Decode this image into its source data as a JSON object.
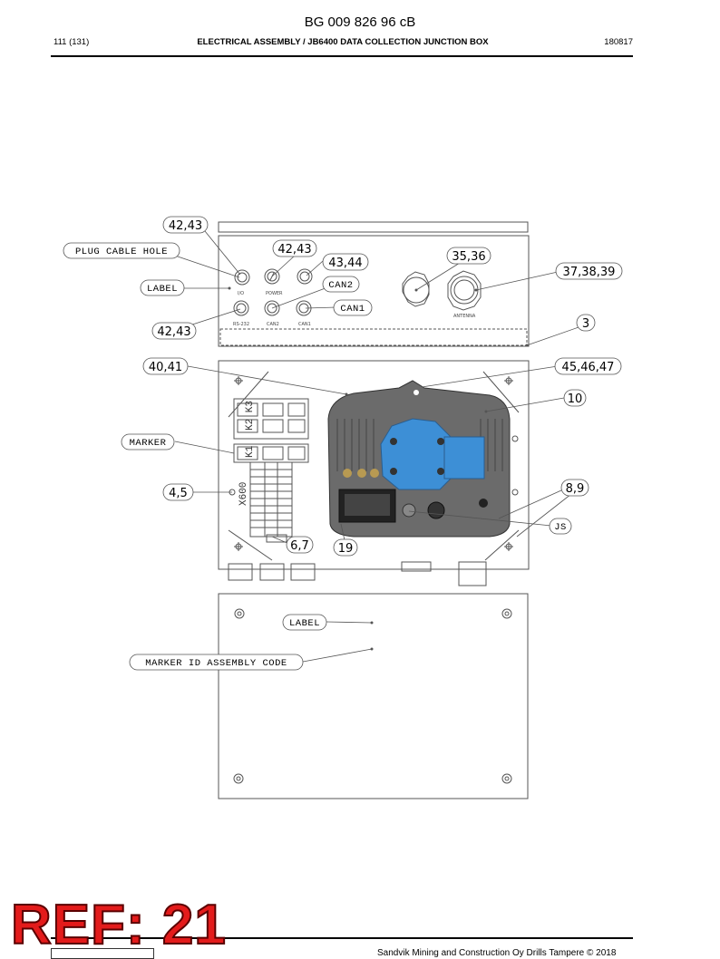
{
  "header": {
    "doc_number": "BG 009 826 96 cB",
    "page": "111 (131)",
    "title": "ELECTRICAL ASSEMBLY / JB6400 DATA COLLECTION JUNCTION BOX",
    "date": "180817"
  },
  "callouts": {
    "c1": "42,43",
    "c2": "PLUG CABLE HOLE",
    "c3": "42,43",
    "c4": "43,44",
    "c5": "35,36",
    "c6": "37,38,39",
    "c7": "LABEL",
    "c8": "CAN2",
    "c9": "CAN1",
    "c10": "42,43",
    "c11": "3",
    "c12": "40,41",
    "c13": "45,46,47",
    "c14": "10",
    "c15": "MARKER",
    "c16": "4,5",
    "c17": "8,9",
    "c18": "JS",
    "c19": "6,7",
    "c20": "19",
    "c21": "LABEL",
    "c22": "MARKER ID ASSEMBLY CODE"
  },
  "panel_labels": {
    "io": "I/O",
    "power": "POWER",
    "rs232": "RS-232",
    "can2": "CAN2",
    "can1": "CAN1",
    "antenna": "ANTENNA",
    "k2k3": "K2 K3",
    "k1": "K1",
    "x600": "X600"
  },
  "stamp": "REF: 21",
  "footer": {
    "copyright": "Sandvik Mining and Construction Oy Drills Tampere © 2018"
  }
}
